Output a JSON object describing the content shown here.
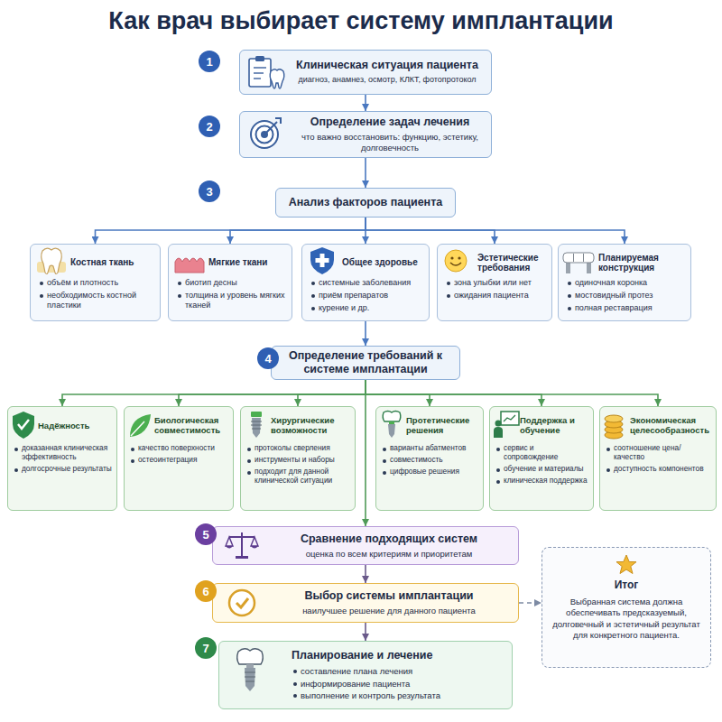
{
  "diagram": {
    "title": "Как врач выбирает систему имплантации",
    "nodes": [
      {
        "text": [
          "Клиническая ситуация пациента",
          "диагноз, анамнез, осмотр, КЛКТ, фотопротокол"
        ]
      },
      {
        "text": [
          "Определение задач лечения",
          "что важно восстановить: функцию, эстетику, долговечность"
        ]
      },
      {
        "text": [
          "Анализ факторов пациента"
        ]
      },
      {
        "text": [
          "Костная ткань",
          "объём и плотность",
          "необходимость костной пластики"
        ]
      },
      {
        "text": [
          "Мягкие ткани",
          "биотип десны",
          "толщина и уровень мягких тканей"
        ]
      },
      {
        "text": [
          "Общее здоровье",
          "системные заболевания",
          "приём препаратов",
          "курение и др."
        ]
      },
      {
        "text": [
          "Эстетические требования",
          "зона улыбки или нет",
          "ожидания пациента"
        ]
      },
      {
        "text": [
          "Планируемая конструкция",
          "одиночная коронка",
          "мостовидный протез",
          "полная реставрация"
        ]
      },
      {
        "text": [
          "Определение требований к системе имплантации"
        ]
      },
      {
        "text": [
          "Надёжность",
          "доказанная клиническая эффективность",
          "долгосрочные результаты"
        ]
      },
      {
        "text": [
          "Биологическая совместимость",
          "качество поверхности",
          "остеоинтеграция"
        ]
      },
      {
        "text": [
          "Хирургические возможности",
          "протоколы сверления",
          "инструменты и наборы",
          "подходит для данной клинической ситуации"
        ]
      },
      {
        "text": [
          "Протетические решения",
          "варианты абатментов",
          "совместимость",
          "цифровые решения"
        ]
      },
      {
        "text": [
          "Поддержка и обучение",
          "сервис и сопровождение",
          "обучение и материалы",
          "клиническая поддержка"
        ]
      },
      {
        "text": [
          "Экономическая целесообразность",
          "соотношение цена/качество",
          "доступность компонентов"
        ]
      },
      {
        "text": [
          "Сравнение подходящих систем",
          "оценка по всем критериям и приоритетам"
        ]
      },
      {
        "text": [
          "Выбор системы имплантации",
          "наилучшее решение для данного пациента"
        ]
      },
      {
        "text": [
          "Итог",
          "Выбранная система должна обеспечивать предсказуемый, долговечный и эстетичный результат для конкретного пациента."
        ]
      },
      {
        "text": [
          "Планирование и лечение",
          "составление плана лечения",
          "информирование пациента",
          "выполнение и контроль результата"
        ]
      }
    ],
    "edges": [
      {
        "from": 0,
        "to": 1,
        "arrow": "to"
      },
      {
        "from": 1,
        "to": 2,
        "arrow": "to"
      },
      {
        "from": 2,
        "to": 3,
        "arrow": "to"
      },
      {
        "from": 2,
        "to": 4,
        "arrow": "to"
      },
      {
        "from": 2,
        "to": 5,
        "arrow": "to"
      },
      {
        "from": 2,
        "to": 6,
        "arrow": "to"
      },
      {
        "from": 2,
        "to": 7,
        "arrow": "to"
      },
      {
        "from": 5,
        "to": 8,
        "arrow": "to"
      },
      {
        "from": 8,
        "to": 9,
        "arrow": "to"
      },
      {
        "from": 8,
        "to": 10,
        "arrow": "to"
      },
      {
        "from": 8,
        "to": 11,
        "arrow": "to"
      },
      {
        "from": 8,
        "to": 12,
        "arrow": "to"
      },
      {
        "from": 8,
        "to": 13,
        "arrow": "to"
      },
      {
        "from": 8,
        "to": 14,
        "arrow": "to"
      },
      {
        "from": 8,
        "to": 15,
        "arrow": "to"
      },
      {
        "from": 15,
        "to": 16,
        "arrow": "to"
      },
      {
        "from": 16,
        "to": 17,
        "arrow": "to"
      },
      {
        "from": 16,
        "to": 18,
        "arrow": "to"
      }
    ],
    "labels": [
      "1",
      "2",
      "3",
      "4",
      "5",
      "6",
      "7"
    ]
  }
}
